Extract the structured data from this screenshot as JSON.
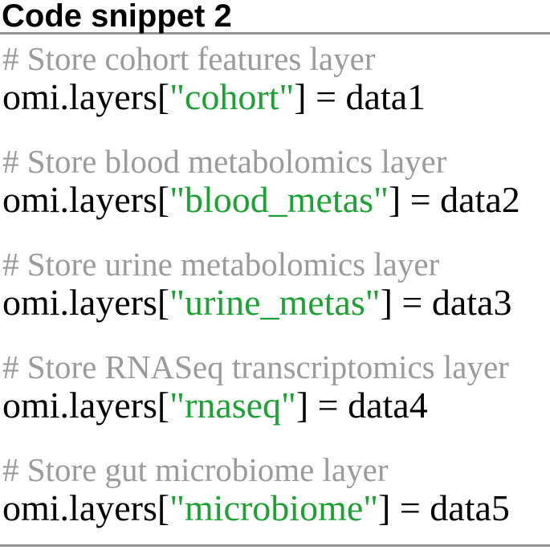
{
  "figure": {
    "title": "Code snippet 2"
  },
  "colors": {
    "comment": "#9b9b9b",
    "string": "#1ba233",
    "code": "#000000",
    "divider": "#949494",
    "background": "#ffffff"
  },
  "blocks": [
    {
      "comment": "# Store cohort features layer",
      "code_prefix": "omi.layers[",
      "string_literal": "\"cohort\"",
      "code_suffix": "] = data1"
    },
    {
      "comment": "# Store blood metabolomics layer",
      "code_prefix": "omi.layers[",
      "string_literal": "\"blood_metas\"",
      "code_suffix": "] = data2"
    },
    {
      "comment": "# Store urine metabolomics layer",
      "code_prefix": "omi.layers[",
      "string_literal": "\"urine_metas\"",
      "code_suffix": "] = data3"
    },
    {
      "comment": "# Store RNASeq transcriptomics layer",
      "code_prefix": "omi.layers[",
      "string_literal": "\"rnaseq\"",
      "code_suffix": "] = data4"
    },
    {
      "comment": "# Store gut microbiome layer",
      "code_prefix": "omi.layers[",
      "string_literal": "\"microbiome\"",
      "code_suffix": "] = data5"
    }
  ]
}
